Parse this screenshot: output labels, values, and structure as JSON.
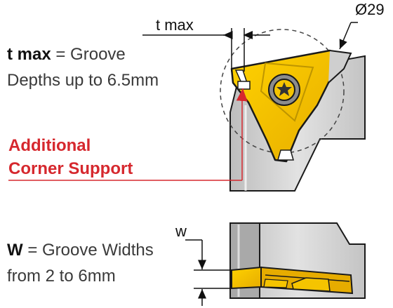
{
  "labels": {
    "t_max_dimension": "t max",
    "diameter": "Ø29",
    "t_max_term": "t max",
    "t_max_def_line1": " = Groove",
    "t_max_def_line2": "Depths up to 6.5mm",
    "support_line1": "Additional",
    "support_line2": "Corner Support",
    "w_dimension": "w",
    "w_term": "W",
    "w_def_line1": " = Groove Widths",
    "w_def_line2": "from 2 to 6mm"
  },
  "colors": {
    "insert_yellow": "#f5c400",
    "accent_red": "#d6282e",
    "holder_gray": "#d0d0d0",
    "outline": "#1a1a1a"
  }
}
